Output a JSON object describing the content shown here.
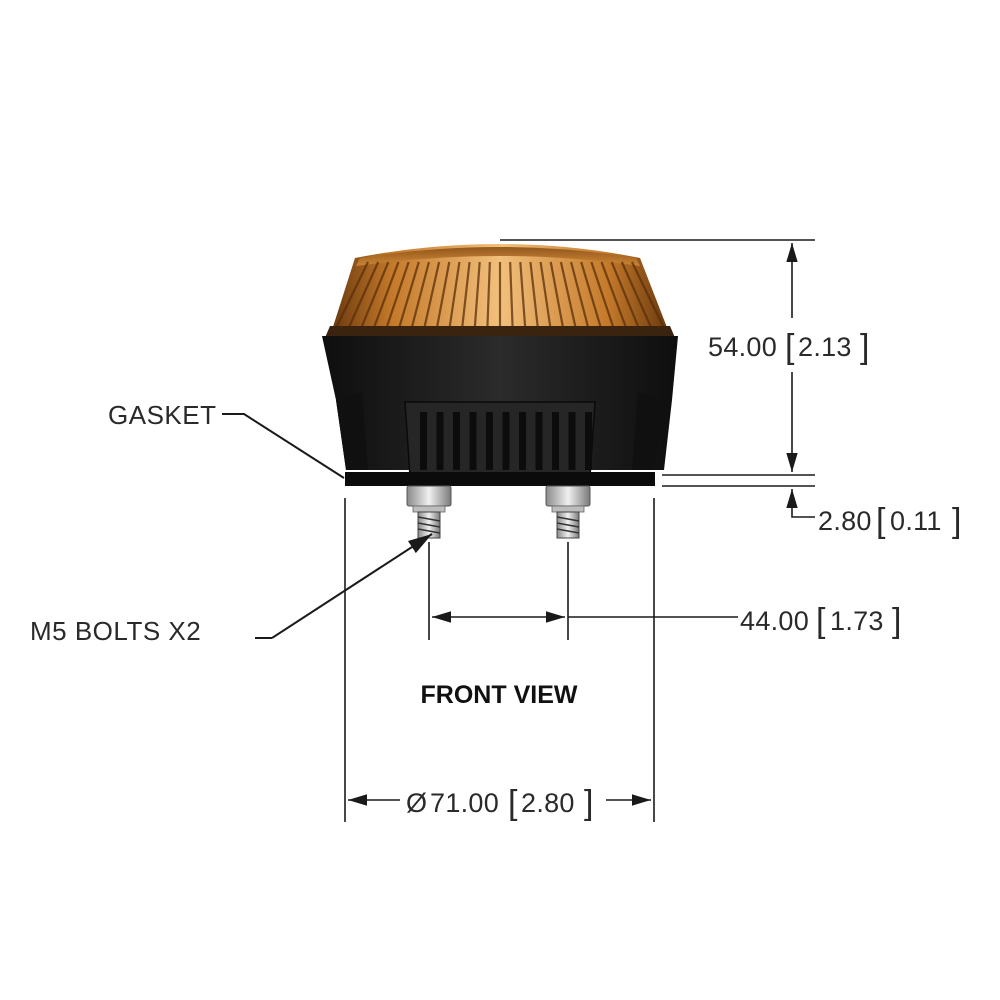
{
  "view": {
    "title": "FRONT VIEW"
  },
  "callouts": {
    "gasket": "GASKET",
    "bolts": "M5 BOLTS X2"
  },
  "dimensions": {
    "height": {
      "mm": "54.00",
      "in": "2.13"
    },
    "gasket_thickness": {
      "mm": "2.80",
      "in": "0.11"
    },
    "bolt_spacing": {
      "mm": "44.00",
      "in": "1.73"
    },
    "diameter": {
      "symbol": "Ø",
      "mm": "71.00",
      "in": "2.80"
    }
  },
  "colors": {
    "lens_amber": "#e0962e",
    "lens_dark": "#8a4a12",
    "housing": "#1c1c1c",
    "bolt_metal": "#c9c9c9"
  }
}
